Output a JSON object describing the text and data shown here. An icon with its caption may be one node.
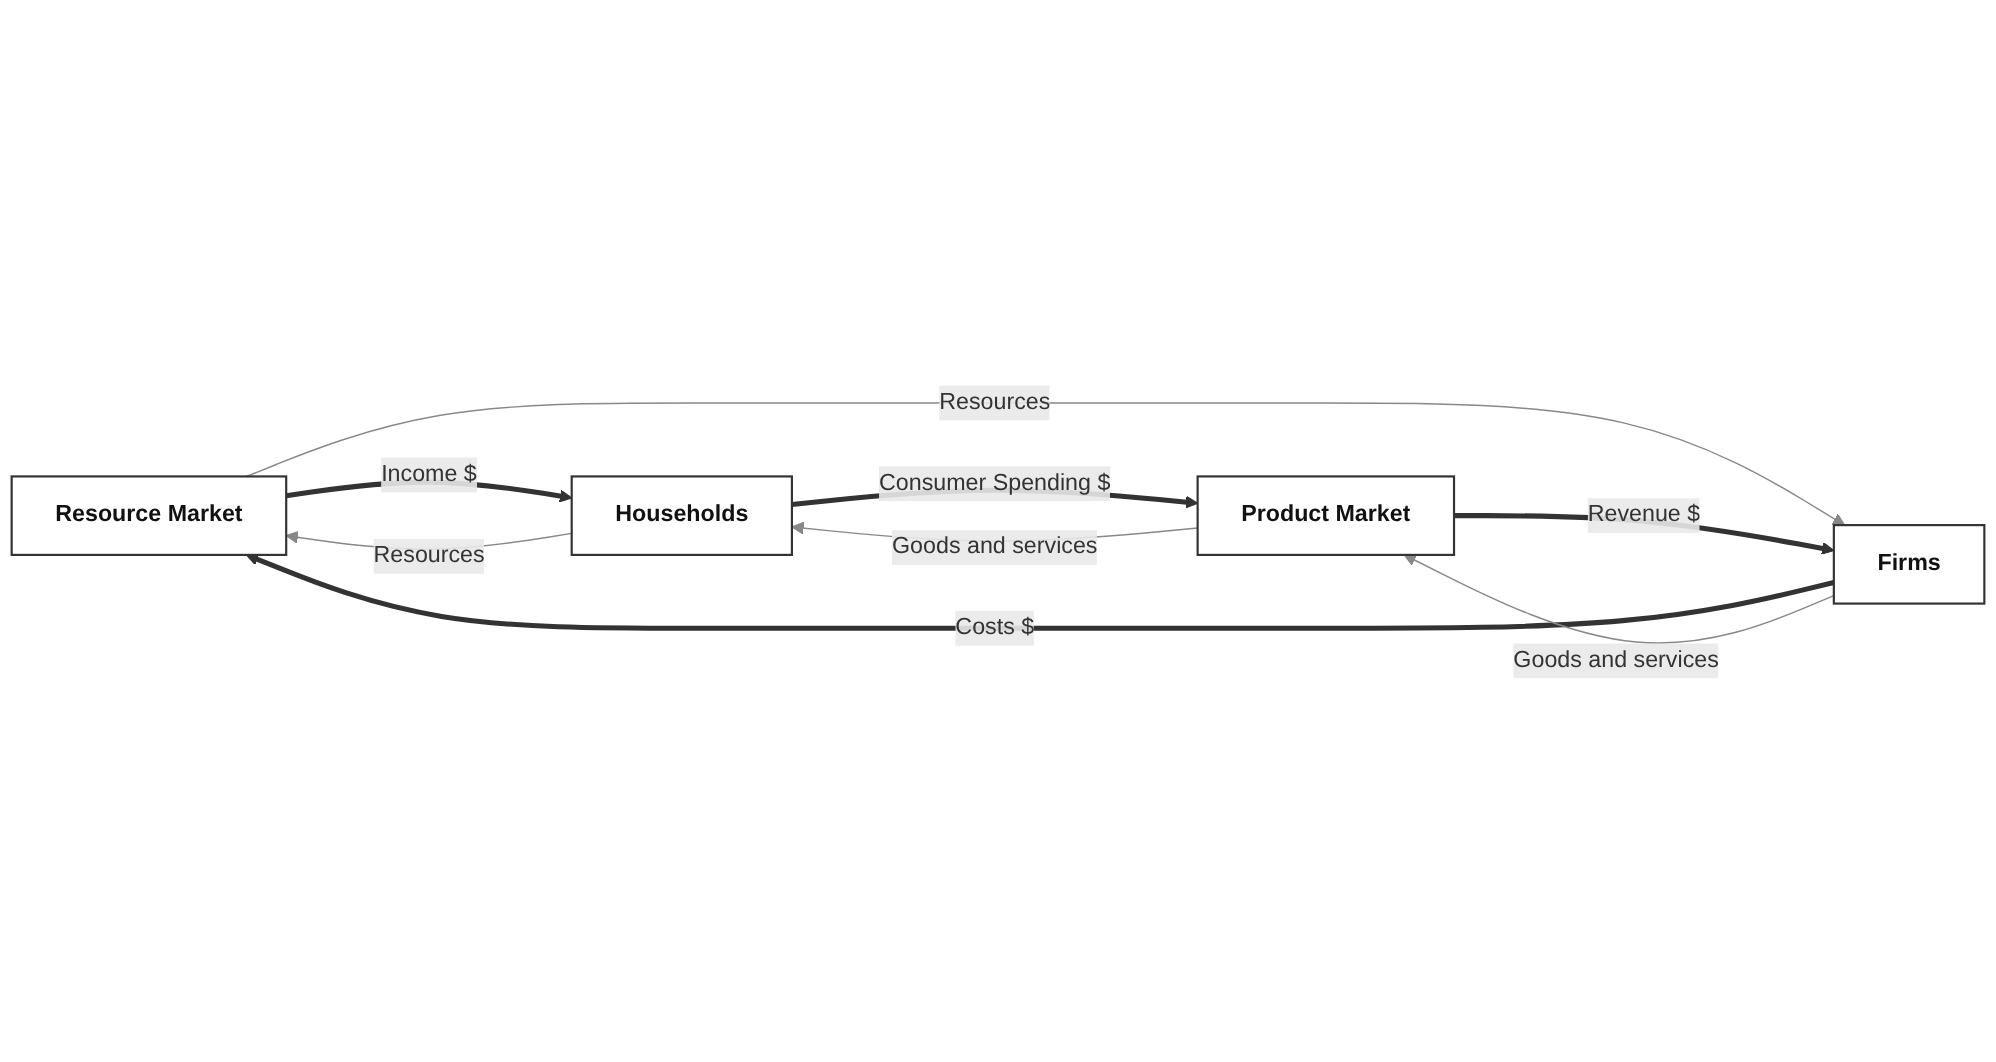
{
  "diagram": {
    "nodes": [
      {
        "text": [
          "Resource Market"
        ]
      },
      {
        "text": [
          "Firms"
        ]
      },
      {
        "text": [
          "Households"
        ]
      },
      {
        "text": [
          "Product Market"
        ]
      }
    ],
    "edges": [
      {
        "from": 1,
        "to": 0,
        "arrow": "to",
        "label": "Costs $",
        "style": "thick"
      },
      {
        "from": 0,
        "to": 2,
        "arrow": "to",
        "label": "Income $",
        "style": "thick"
      },
      {
        "from": 0,
        "to": 1,
        "arrow": "to",
        "label": "Resources"
      },
      {
        "from": 2,
        "to": 0,
        "arrow": "to",
        "label": "Resources"
      },
      {
        "from": 1,
        "to": 3,
        "arrow": "to",
        "label": "Goods and services"
      },
      {
        "from": 3,
        "to": 2,
        "arrow": "to",
        "label": "Goods and services"
      },
      {
        "from": 3,
        "to": 1,
        "arrow": "to",
        "label": "Revenue $",
        "style": "thick"
      },
      {
        "from": 2,
        "to": 3,
        "arrow": "to",
        "label": "Consumer Spending $",
        "style": "thick"
      }
    ]
  }
}
